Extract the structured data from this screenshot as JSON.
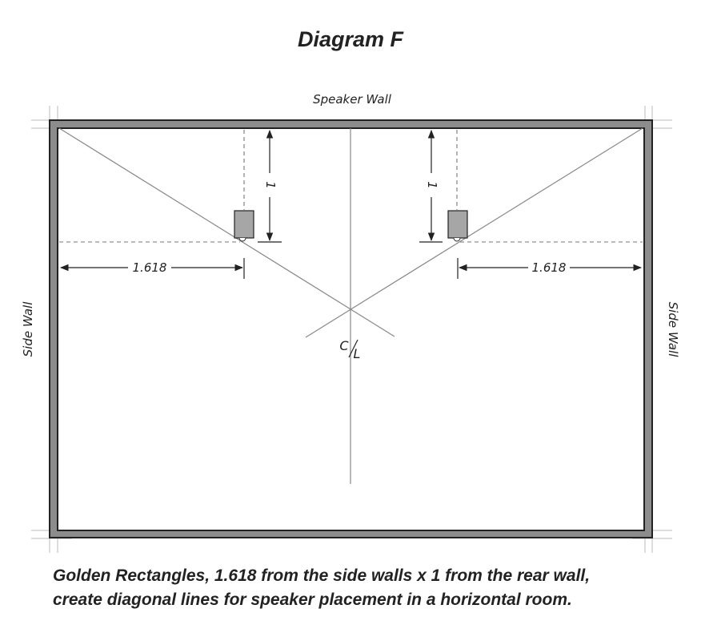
{
  "title": "Diagram F",
  "labels": {
    "speaker_wall": "Speaker Wall",
    "side_wall_left": "Side Wall",
    "side_wall_right": "Side Wall",
    "centerline": "C/L",
    "centerline_c": "C",
    "centerline_l": "L",
    "left_distance": "1.618",
    "right_distance": "1.618",
    "left_depth": "1",
    "right_depth": "1"
  },
  "caption": {
    "line1": "Golden Rectangles, 1.618 from the side walls x 1 from the rear wall,",
    "line2": "create diagonal lines for speaker placement in a horizontal room."
  },
  "colors": {
    "wall_fill": "#8c8c8c",
    "wall_border": "#222222",
    "speaker_fill": "#a6a6a6",
    "line": "#888888"
  }
}
